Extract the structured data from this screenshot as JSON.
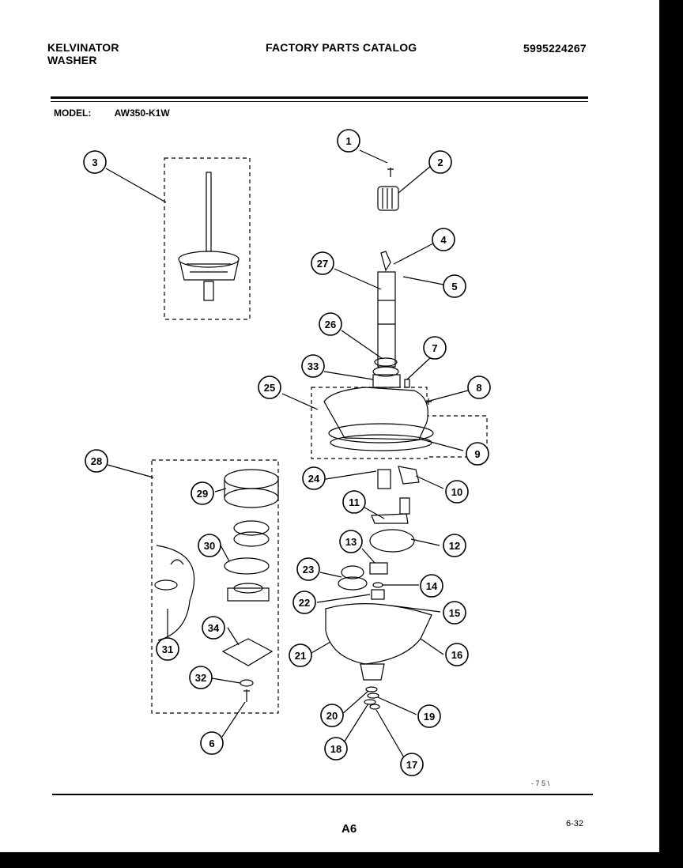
{
  "header": {
    "brand_line1": "KELVINATOR",
    "brand_line2": "WASHER",
    "catalog_title": "FACTORY PARTS CATALOG",
    "part_number": "5995224267"
  },
  "model": {
    "label": "MODEL:",
    "value": "AW350-K1W"
  },
  "diagram": {
    "callouts": [
      "1",
      "2",
      "3",
      "4",
      "5",
      "6",
      "7",
      "8",
      "9",
      "10",
      "11",
      "12",
      "13",
      "14",
      "15",
      "16",
      "17",
      "18",
      "19",
      "20",
      "21",
      "22",
      "23",
      "24",
      "25",
      "26",
      "27",
      "28",
      "29",
      "30",
      "31",
      "32",
      "33",
      "34"
    ]
  },
  "footer": {
    "page_code": "A6",
    "date_code": "6-32",
    "stray_mark": "- 7 5 \\"
  }
}
